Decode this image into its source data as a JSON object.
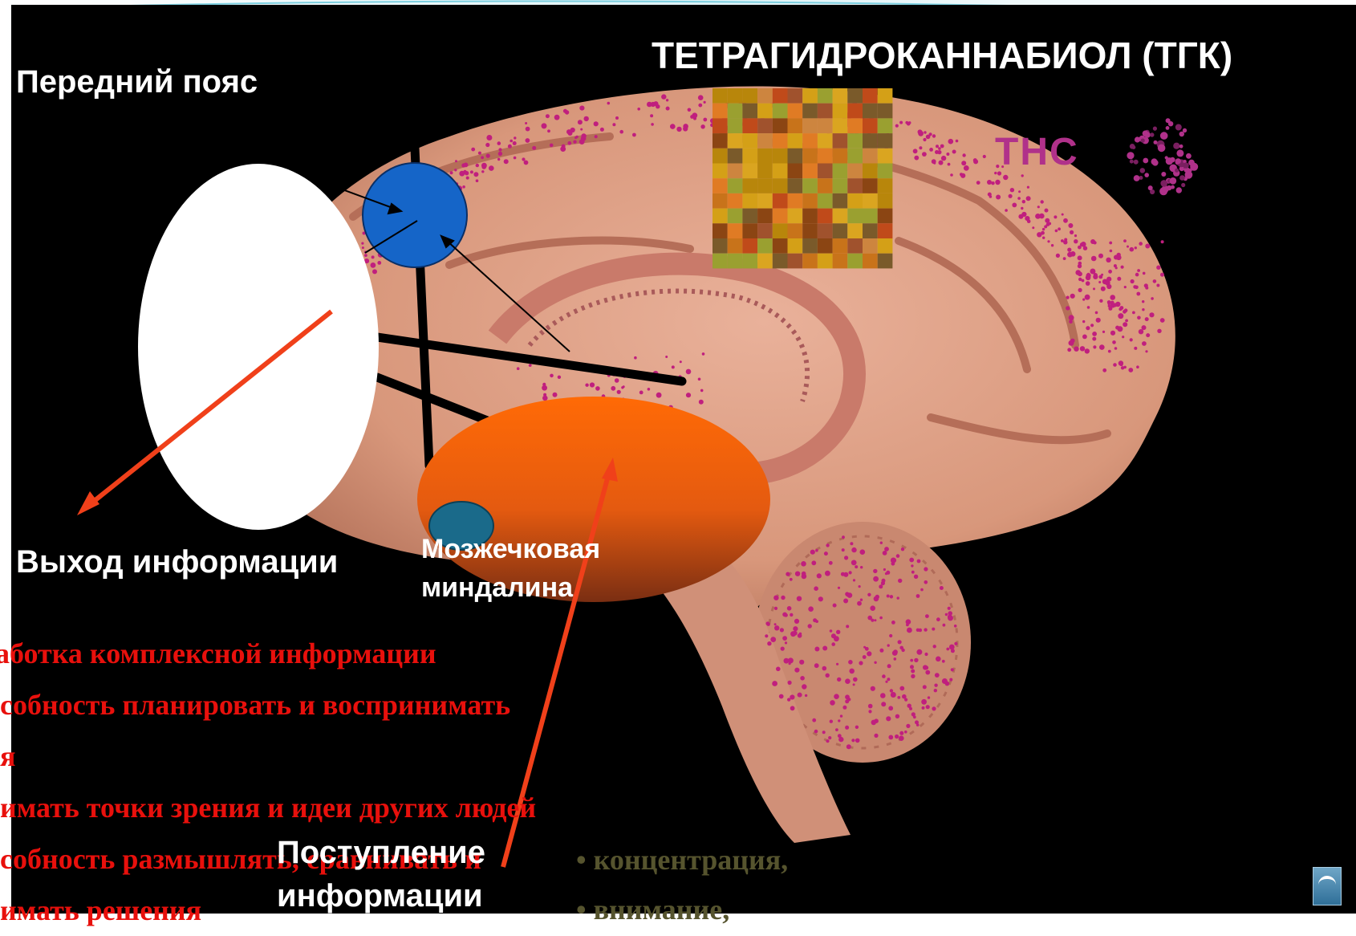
{
  "title": "ТЕТРАГИДРОКАННАБИОЛ (ТГК)",
  "labels": {
    "cingulate": "Передний пояс",
    "output": "Выход информации",
    "amygdala_line1": "Мозжечковая",
    "amygdala_line2": "миндалина",
    "input_line1": "Поступление",
    "input_line2": "информации",
    "thc": "THC"
  },
  "functions": [
    "аботка комплексной информации",
    "собность планировать и воспринимать",
    "я",
    "имать точки зрения и идеи других людей",
    "собность размышлять, сравнивать и",
    "имать решения"
  ],
  "cognitive": [
    "• концентрация,",
    "• внимание,"
  ],
  "colors": {
    "background": "#000000",
    "frame": "#ffffff",
    "brain": "#e0a48a",
    "cingulate_node": "#1565c8",
    "amygdala": "#f0600a",
    "function_text": "#e8100c",
    "cognitive_text": "#56542e",
    "receptor_dots": "#c01f7e",
    "arrow": "#f0401a"
  },
  "icons": {
    "corner_button": "return-arrow-icon",
    "molecule": "thc-molecule-icon",
    "mosaic": "pixel-mosaic-patch"
  }
}
